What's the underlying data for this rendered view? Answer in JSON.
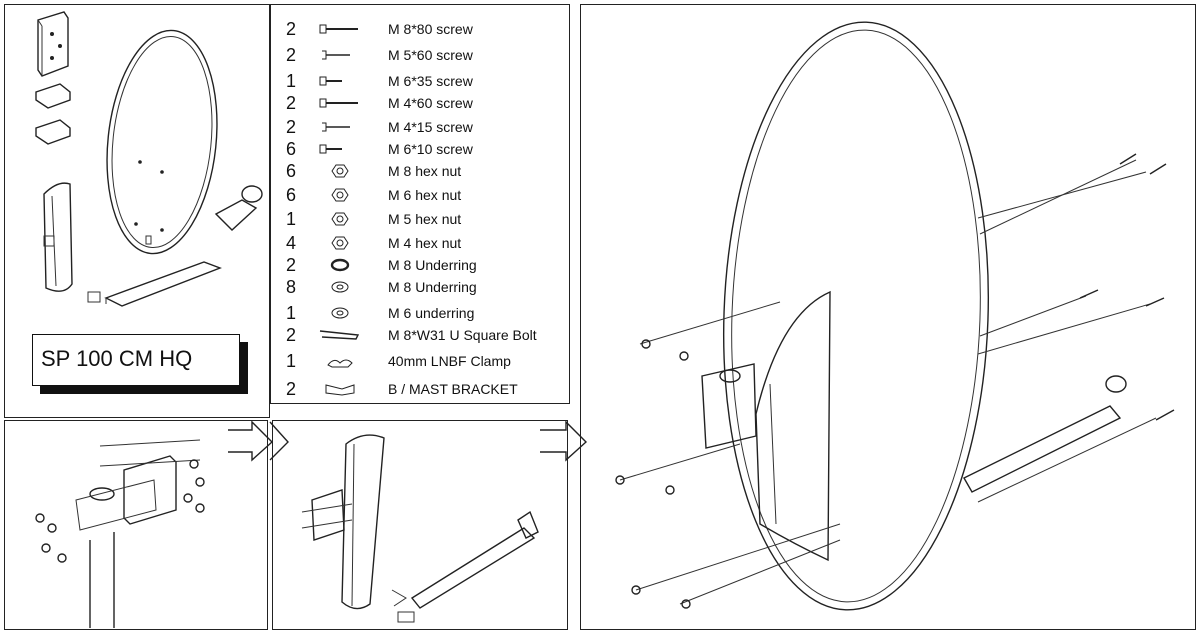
{
  "model_label": "SP 100 CM HQ",
  "parts": [
    {
      "qty": "2",
      "desc": "M 8*80 screw",
      "icon": "long-screw-icon"
    },
    {
      "qty": "2",
      "desc": "M 5*60 screw",
      "icon": "screw-icon"
    },
    {
      "qty": "1",
      "desc": "M 6*35 screw",
      "icon": "short-screw-icon"
    },
    {
      "qty": "2",
      "desc": "M 4*60 screw",
      "icon": "long-screw-icon"
    },
    {
      "qty": "2",
      "desc": "M 4*15 screw",
      "icon": "screw-icon"
    },
    {
      "qty": "6",
      "desc": "M 6*10 screw",
      "icon": "short-screw-icon"
    },
    {
      "qty": "6",
      "desc": "M 8 hex nut",
      "icon": "hex-nut-icon"
    },
    {
      "qty": "6",
      "desc": "M 6 hex nut",
      "icon": "hex-nut-icon"
    },
    {
      "qty": "1",
      "desc": "M 5 hex nut",
      "icon": "hex-nut-icon"
    },
    {
      "qty": "4",
      "desc": "M 4 hex nut",
      "icon": "hex-nut-icon"
    },
    {
      "qty": "2",
      "desc": "M 8 Underring",
      "icon": "lock-washer-icon"
    },
    {
      "qty": "8",
      "desc": "M 8 Underring",
      "icon": "washer-icon"
    },
    {
      "qty": "1",
      "desc": "M 6 underring",
      "icon": "washer-icon"
    },
    {
      "qty": "2",
      "desc": "M 8*W31 U Square Bolt",
      "icon": "u-bolt-icon"
    },
    {
      "qty": "1",
      "desc": "40mm LNBF Clamp",
      "icon": "lnbf-clamp-icon"
    },
    {
      "qty": "2",
      "desc": "B / MAST BRACKET",
      "icon": "mast-bracket-icon"
    }
  ]
}
